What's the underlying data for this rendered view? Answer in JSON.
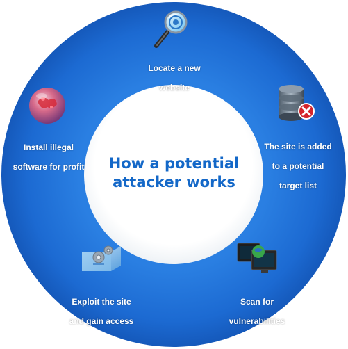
{
  "diagram": {
    "title_lines": [
      "How a potential",
      "attacker works"
    ],
    "steps": [
      {
        "lines": [
          "Locate a new",
          "website"
        ],
        "icon": "magnifier-icon"
      },
      {
        "lines": [
          "The site is added",
          "to a potential",
          "target list"
        ],
        "icon": "database-remove-icon"
      },
      {
        "lines": [
          "Scan for",
          "vulnerabilities"
        ],
        "icon": "monitors-icon"
      },
      {
        "lines": [
          "Exploit the site",
          "and gain access"
        ],
        "icon": "gears-box-icon"
      },
      {
        "lines": [
          "Install illegal",
          "software for profit"
        ],
        "icon": "virus-orb-icon"
      }
    ],
    "colors": {
      "ring": "#1d6fd6",
      "ring_dark": "#1558b8",
      "center_fill": "#ffffff",
      "title": "#1468c8",
      "label": "#ffffff"
    }
  }
}
